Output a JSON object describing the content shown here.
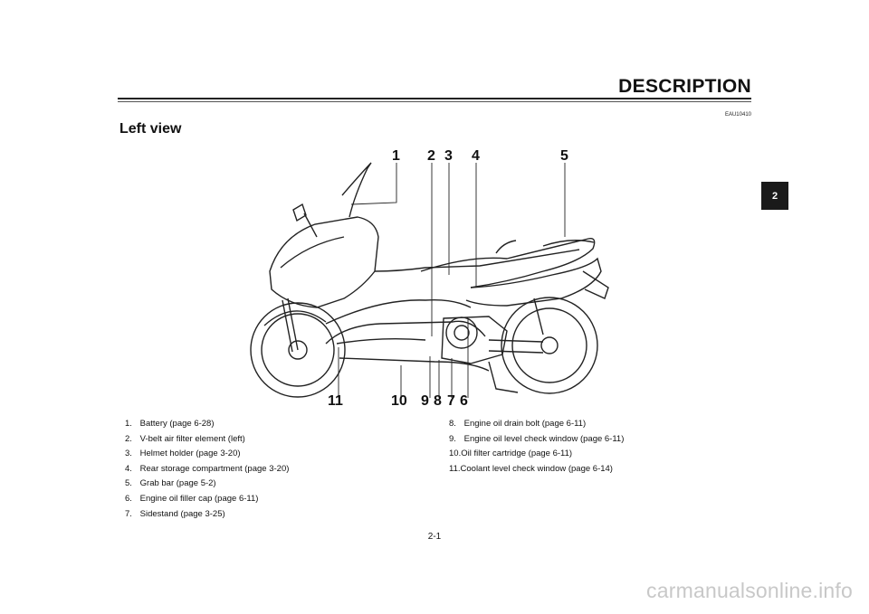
{
  "header": {
    "title": "DESCRIPTION",
    "code": "EAU10410"
  },
  "section": {
    "title": "Left view",
    "tab": "2"
  },
  "callouts": [
    "1",
    "2",
    "3",
    "4",
    "5",
    "6",
    "7",
    "8",
    "9",
    "10",
    "11"
  ],
  "items_left": [
    {
      "n": "1.",
      "text": "Battery (page 6-28)"
    },
    {
      "n": "2.",
      "text": "V-belt air filter element (left)"
    },
    {
      "n": "3.",
      "text": "Helmet holder (page 3-20)"
    },
    {
      "n": "4.",
      "text": "Rear storage compartment (page 3-20)"
    },
    {
      "n": "5.",
      "text": "Grab bar (page 5-2)"
    },
    {
      "n": "6.",
      "text": "Engine oil filler cap (page 6-11)"
    },
    {
      "n": "7.",
      "text": "Sidestand (page 3-25)"
    }
  ],
  "items_right": [
    {
      "n": "8.",
      "text": "Engine oil drain bolt (page 6-11)"
    },
    {
      "n": "9.",
      "text": "Engine oil level check window (page 6-11)"
    },
    {
      "n": "10.",
      "text": "Oil filter cartridge (page 6-11)"
    },
    {
      "n": "11.",
      "text": "Coolant level check window (page 6-14)"
    }
  ],
  "footer": {
    "page": "2-1",
    "watermark": "carmanualsonline.info"
  }
}
